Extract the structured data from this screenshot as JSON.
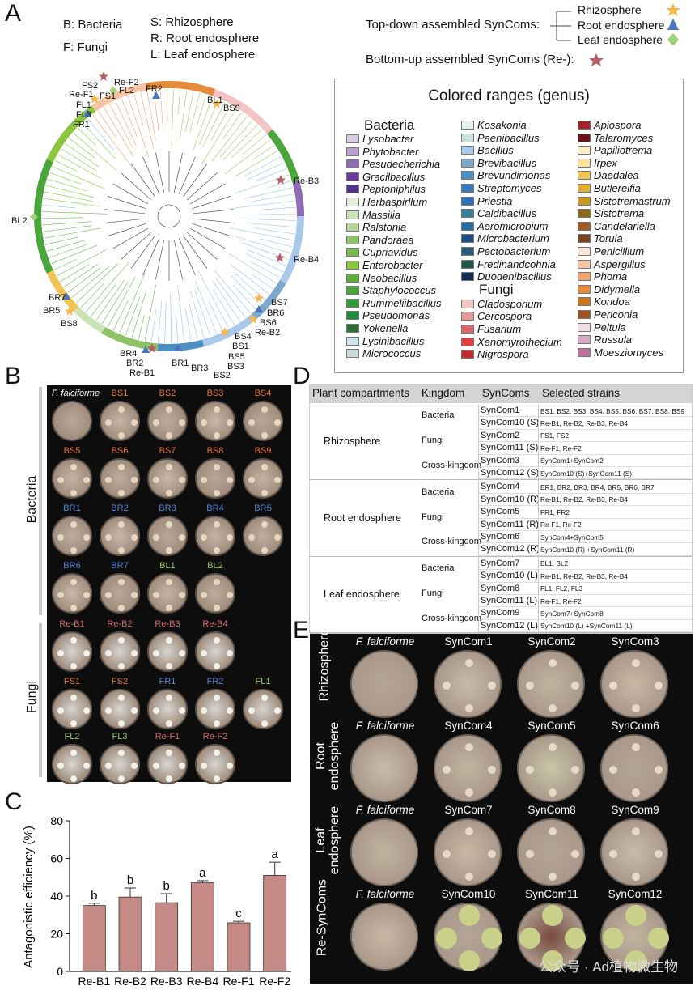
{
  "panel_labels": {
    "a": "A",
    "b": "B",
    "c": "C",
    "d": "D",
    "e": "E"
  },
  "panelA": {
    "kingdom_legend": [
      "B: Bacteria",
      "F: Fungi"
    ],
    "compartment_legend": [
      "S: Rhizosphere",
      "R: Root endosphere",
      "L: Leaf endosphere"
    ],
    "topdown_label": "Top-down assembled SynComs:",
    "topdown_items": [
      "Rhizosphere",
      "Root endosphere",
      "Leaf endosphere"
    ],
    "bottomup_label": "Bottom-up assembled SynComs (Re-):",
    "colors": {
      "rhizo": "#f5b84e",
      "root": "#4a76bf",
      "leaf": "#a2d17a",
      "re": "#b85c65"
    },
    "tree_labels": [
      "Re-F2",
      "FS2",
      "FL2",
      "Re-F1",
      "FS1",
      "FL1",
      "FL3",
      "FR1",
      "FR2",
      "BL1",
      "BS9",
      "Re-B3",
      "BL2",
      "Re-B4",
      "BR7",
      "BR5",
      "BS8",
      "BS7",
      "BR6",
      "BS6",
      "Re-B2",
      "BS4",
      "BS1",
      "BS5",
      "BS3",
      "BS2",
      "BR4",
      "BR2",
      "Re-B1",
      "BR1",
      "BR3"
    ],
    "legend_title": "Colored ranges (genus)",
    "bacteria_heading": "Bacteria",
    "fungi_heading": "Fungi",
    "genera_col1": [
      {
        "name": "Lysobacter",
        "color": "#d9cde6"
      },
      {
        "name": "Phytobacter",
        "color": "#b9a2cf"
      },
      {
        "name": "Pesudecherichia",
        "color": "#8d6bb5"
      },
      {
        "name": "Gracilbacillus",
        "color": "#6a3a9a"
      },
      {
        "name": "Peptoniphilus",
        "color": "#54328a"
      },
      {
        "name": "Herbaspirllum",
        "color": "#e2efd6"
      },
      {
        "name": "Massilia",
        "color": "#cbe3b5"
      },
      {
        "name": "Ralstonia",
        "color": "#b3d59a"
      },
      {
        "name": "Pandoraea",
        "color": "#8fc266"
      },
      {
        "name": "Cupriavidus",
        "color": "#7bb84d"
      },
      {
        "name": "Enterobacter",
        "color": "#8cc63e"
      },
      {
        "name": "Neobacillus",
        "color": "#5fae3a"
      },
      {
        "name": "Staphylococcus",
        "color": "#4aa63a"
      },
      {
        "name": "Rummeliibacillus",
        "color": "#2f9a3a"
      },
      {
        "name": "Pseudomonas",
        "color": "#238b3a"
      },
      {
        "name": "Yokenella",
        "color": "#2d6e35"
      },
      {
        "name": "Lysinibacillus",
        "color": "#cfe3ef"
      },
      {
        "name": "Micrococcus",
        "color": "#c8dcdc"
      }
    ],
    "genera_col2": [
      {
        "name": "Kosakonia",
        "color": "#e4f0ea"
      },
      {
        "name": "Paenibacillus",
        "color": "#c7e2de"
      },
      {
        "name": "Bacillus",
        "color": "#a9c8ea"
      },
      {
        "name": "Brevibacillus",
        "color": "#7ea8c9"
      },
      {
        "name": "Brevundimonas",
        "color": "#4c8fc4"
      },
      {
        "name": "Streptomyces",
        "color": "#3678b8"
      },
      {
        "name": "Priestia",
        "color": "#2d6fb5"
      },
      {
        "name": "Caldibacillus",
        "color": "#3b7f96"
      },
      {
        "name": "Aeromicrobium",
        "color": "#2b6aa0"
      },
      {
        "name": "Microbacterium",
        "color": "#1f4e86"
      },
      {
        "name": "Pectobacterium",
        "color": "#2a5e7a"
      },
      {
        "name": "Fredinandcohnia",
        "color": "#21544e"
      },
      {
        "name": "Duodenibacillus",
        "color": "#132a55"
      },
      {
        "name": "Cladosporium",
        "color": "#f2c4c4"
      },
      {
        "name": "Cercospora",
        "color": "#e79a9a"
      },
      {
        "name": "Fusarium",
        "color": "#d9666a"
      },
      {
        "name": "Xenomyrothecium",
        "color": "#e0403c"
      },
      {
        "name": "Nigrospora",
        "color": "#c42b2b"
      }
    ],
    "genera_col3": [
      {
        "name": "Apiospora",
        "color": "#a3232a"
      },
      {
        "name": "Talaromyces",
        "color": "#6d1215"
      },
      {
        "name": "Papiliotrema",
        "color": "#fdf0c9"
      },
      {
        "name": "Irpex",
        "color": "#fbe29a"
      },
      {
        "name": "Daedalea",
        "color": "#f0c455"
      },
      {
        "name": "Butlerelfia",
        "color": "#e0b030"
      },
      {
        "name": "Sistotremastrum",
        "color": "#c99a20"
      },
      {
        "name": "Sistotrema",
        "color": "#8c6a1c"
      },
      {
        "name": "Candelariella",
        "color": "#a05a26"
      },
      {
        "name": "Torula",
        "color": "#7c4420"
      },
      {
        "name": "Penicillium",
        "color": "#fbe6d6"
      },
      {
        "name": "Aspergillus",
        "color": "#f6c4a2"
      },
      {
        "name": "Phoma",
        "color": "#f1a46c"
      },
      {
        "name": "Didymella",
        "color": "#e58b3c"
      },
      {
        "name": "Kondoa",
        "color": "#c8751e"
      },
      {
        "name": "Periconia",
        "color": "#9c5420"
      },
      {
        "name": "Peltula",
        "color": "#f1dce6"
      },
      {
        "name": "Russula",
        "color": "#d9a8c4"
      },
      {
        "name": "Moesziomyces",
        "color": "#b9729c"
      }
    ]
  },
  "panelB": {
    "side_labels": [
      "Bacteria",
      "Fungi"
    ],
    "rows": [
      [
        {
          "t": "F. falciforme",
          "c": "#ffffff",
          "i": true
        },
        {
          "t": "BS1",
          "c": "#e8753a"
        },
        {
          "t": "BS2",
          "c": "#e8753a"
        },
        {
          "t": "BS3",
          "c": "#e8753a"
        },
        {
          "t": "BS4",
          "c": "#e8753a"
        }
      ],
      [
        {
          "t": "BS5",
          "c": "#e8753a"
        },
        {
          "t": "BS6",
          "c": "#e8753a"
        },
        {
          "t": "BS7",
          "c": "#e8753a"
        },
        {
          "t": "BS8",
          "c": "#e8753a"
        },
        {
          "t": "BS9",
          "c": "#e8753a"
        }
      ],
      [
        {
          "t": "BR1",
          "c": "#5b86d6"
        },
        {
          "t": "BR2",
          "c": "#5b86d6"
        },
        {
          "t": "BR3",
          "c": "#5b86d6"
        },
        {
          "t": "BR4",
          "c": "#5b86d6"
        },
        {
          "t": "BR5",
          "c": "#5b86d6"
        }
      ],
      [
        {
          "t": "BR6",
          "c": "#5b86d6"
        },
        {
          "t": "BR7",
          "c": "#5b86d6"
        },
        {
          "t": "BL1",
          "c": "#9bc46a"
        },
        {
          "t": "BL2",
          "c": "#9bc46a"
        }
      ],
      [
        {
          "t": "Re-B1",
          "c": "#d06a6a"
        },
        {
          "t": "Re-B2",
          "c": "#d06a6a"
        },
        {
          "t": "Re-B3",
          "c": "#d06a6a"
        },
        {
          "t": "Re-B4",
          "c": "#d06a6a"
        }
      ],
      [
        {
          "t": "FS1",
          "c": "#e8753a"
        },
        {
          "t": "FS2",
          "c": "#e8753a"
        },
        {
          "t": "FR1",
          "c": "#5b86d6"
        },
        {
          "t": "FR2",
          "c": "#5b86d6"
        },
        {
          "t": "FL1",
          "c": "#9bc46a"
        }
      ],
      [
        {
          "t": "FL2",
          "c": "#9bc46a"
        },
        {
          "t": "FL3",
          "c": "#9bc46a"
        },
        {
          "t": "Re-F1",
          "c": "#d06a6a"
        },
        {
          "t": "Re-F2",
          "c": "#d06a6a"
        }
      ]
    ]
  },
  "chart_data": {
    "type": "bar",
    "categories": [
      "Re-B1",
      "Re-B2",
      "Re-B3",
      "Re-B4",
      "Re-F1",
      "Re-F2"
    ],
    "values": [
      35,
      39.5,
      36.5,
      47.2,
      25.8,
      51
    ],
    "errors": [
      1.2,
      4.8,
      4.8,
      1.0,
      0.8,
      7.0
    ],
    "letters": [
      "b",
      "b",
      "b",
      "a",
      "c",
      "a"
    ],
    "ylabel": "Antagonistic efficiency (%)",
    "ylim": [
      0,
      80
    ],
    "yticks": [
      "0",
      "20",
      "40",
      "60",
      "80"
    ],
    "bar_color": "#c58a85"
  },
  "panelD": {
    "headers": [
      "Plant compartments",
      "Kingdom",
      "SynComs",
      "Selected strains"
    ],
    "groups": [
      {
        "compartment": "Rhizosphere",
        "rows": [
          {
            "k": "Bacteria",
            "s": "SynCom1",
            "m": "BS1, BS2, BS3, BS4, BS5, BS6, BS7, BS8, BS9"
          },
          {
            "k": "",
            "s": "SynCom10 (S)",
            "m": "Re-B1, Re-B2, Re-B3, Re-B4"
          },
          {
            "k": "Fungi",
            "s": "SynCom2",
            "m": "FS1, FS2"
          },
          {
            "k": "",
            "s": "SynCom11 (S)",
            "m": "Re-F1, Re-F2"
          },
          {
            "k": "Cross-kingdom",
            "s": "SynCom3",
            "m": "SynCom1+SynCom2"
          },
          {
            "k": "",
            "s": "SynCom12 (S)",
            "m": "SynCom10 (S)+SynCom11 (S)"
          }
        ]
      },
      {
        "compartment": "Root endosphere",
        "rows": [
          {
            "k": "Bacteria",
            "s": "SynCom4",
            "m": "BR1, BR2, BR3, BR4, BR5, BR6, BR7"
          },
          {
            "k": "",
            "s": "SynCom10 (R)",
            "m": "Re-B1, Re-B2, Re-B3, Re-B4"
          },
          {
            "k": "Fungi",
            "s": "SynCom5",
            "m": "FR1, FR2"
          },
          {
            "k": "",
            "s": "SynCom11 (R)",
            "m": "Re-F1, Re-F2"
          },
          {
            "k": "Cross-kingdom",
            "s": "SynCom6",
            "m": "SynCom4+SynCom5"
          },
          {
            "k": "",
            "s": "SynCom12 (R)",
            "m": "SynCom10 (R) +SynCom11 (R)"
          }
        ]
      },
      {
        "compartment": "Leaf endosphere",
        "rows": [
          {
            "k": "Bacteria",
            "s": "SynCom7",
            "m": "BL1, BL2"
          },
          {
            "k": "",
            "s": "SynCom10 (L)",
            "m": "Re-B1, Re-B2, Re-B3, Re-B4"
          },
          {
            "k": "Fungi",
            "s": "SynCom8",
            "m": "FL1, FL2, FL3"
          },
          {
            "k": "",
            "s": "SynCom11 (L)",
            "m": "Re-F1, Re-F2"
          },
          {
            "k": "Cross-kingdom",
            "s": "SynCom9",
            "m": "SynCom7+SynCom8"
          },
          {
            "k": "",
            "s": "SynCom12 (L)",
            "m": "SynCom10 (L) +SynCom11 (L)"
          }
        ]
      }
    ]
  },
  "panelE": {
    "row_labels": [
      "Rhizosphere",
      "Root endosphere",
      "Leaf endosphere",
      "Re-SynComs"
    ],
    "row_labels_split": [
      [
        "Rhizosphere"
      ],
      [
        "Root",
        "endosphere"
      ],
      [
        "Leaf",
        "endosphere"
      ],
      [
        "Re-SynComs"
      ]
    ],
    "rows": [
      [
        "F. falciforme",
        "SynCom1",
        "SynCom2",
        "SynCom3"
      ],
      [
        "F. falciforme",
        "SynCom4",
        "SynCom5",
        "SynCom6"
      ],
      [
        "F. falciforme",
        "SynCom7",
        "SynCom8",
        "SynCom9"
      ],
      [
        "F. falciforme",
        "SynCom10",
        "SynCom11",
        "SynCom12"
      ]
    ],
    "watermark": "公众号 · Ad植物微生物"
  }
}
